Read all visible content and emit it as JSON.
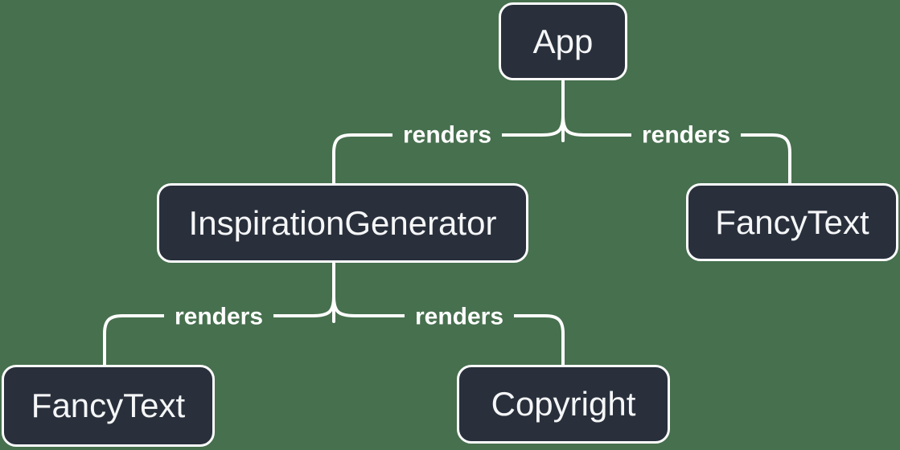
{
  "diagram": {
    "type": "component-render-tree",
    "colors": {
      "background": "#47704E",
      "node_fill": "#29303C",
      "node_border": "#FDFDFE",
      "node_text": "#F5F6F7",
      "connector": "#FFFFFF",
      "edge_label_text": "#FFFFFF"
    },
    "nodes": [
      {
        "id": "app",
        "label": "App"
      },
      {
        "id": "inspiration-generator",
        "label": "InspirationGenerator"
      },
      {
        "id": "fancy-text-top",
        "label": "FancyText"
      },
      {
        "id": "fancy-text-bottom",
        "label": "FancyText"
      },
      {
        "id": "copyright",
        "label": "Copyright"
      }
    ],
    "edges": [
      {
        "from": "App",
        "to": "InspirationGenerator",
        "label": "renders"
      },
      {
        "from": "App",
        "to": "FancyText",
        "label": "renders"
      },
      {
        "from": "InspirationGenerator",
        "to": "FancyText",
        "label": "renders"
      },
      {
        "from": "InspirationGenerator",
        "to": "Copyright",
        "label": "renders"
      }
    ]
  }
}
